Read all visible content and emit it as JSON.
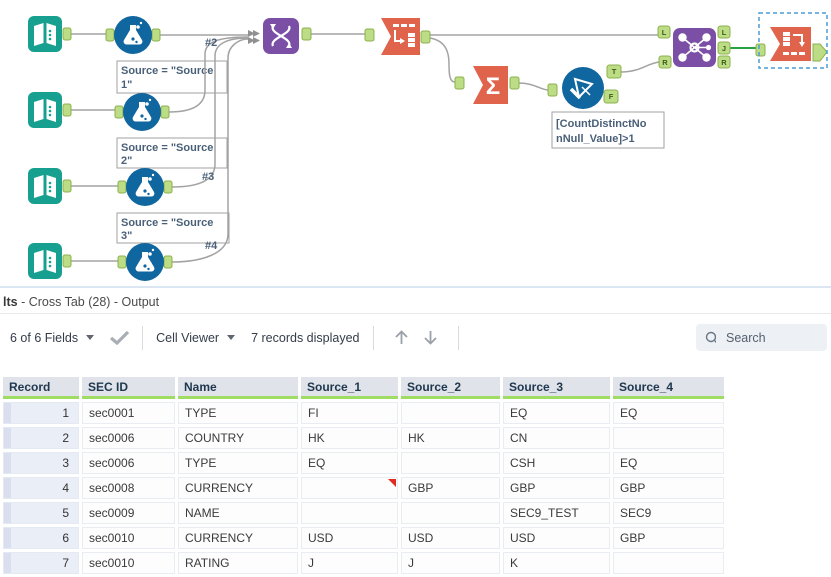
{
  "canvas": {
    "tools": [
      {
        "id": "input-data-1",
        "icon": "book-icon"
      },
      {
        "id": "input-data-2",
        "icon": "book-icon"
      },
      {
        "id": "input-data-3",
        "icon": "book-icon"
      },
      {
        "id": "input-data-4",
        "icon": "book-icon"
      },
      {
        "id": "formula-1",
        "icon": "flask-icon"
      },
      {
        "id": "formula-2",
        "icon": "flask-icon"
      },
      {
        "id": "formula-3",
        "icon": "flask-icon"
      },
      {
        "id": "formula-4",
        "icon": "flask-icon"
      },
      {
        "id": "union",
        "icon": "dna-helix-icon"
      },
      {
        "id": "transpose",
        "icon": "transpose-icon"
      },
      {
        "id": "summarize",
        "icon": "sigma-icon"
      },
      {
        "id": "filter",
        "icon": "funnel-icon"
      },
      {
        "id": "join",
        "icon": "network-icon"
      },
      {
        "id": "cross-tab",
        "icon": "crosstab-icon",
        "selected": true
      }
    ],
    "annotations": [
      {
        "line1": "Source = \"Source",
        "line2": "1\""
      },
      {
        "line1": "Source = \"Source",
        "line2": "2\""
      },
      {
        "line1": "Source = \"Source",
        "line2": "3\""
      },
      {
        "line1": "[CountDistinctNo",
        "line2": "nNull_Value]>1"
      }
    ],
    "connection_labels": {
      "c2": "#2",
      "c3": "#3",
      "c4": "#4"
    },
    "anchors": {
      "filter_true": "T",
      "filter_false": "F",
      "join_in_left": "L",
      "join_in_right": "R",
      "join_out_left": "L",
      "join_out_join": "J",
      "join_out_right": "R"
    },
    "icons": {
      "summarize_glyph": "Σ"
    },
    "colors": {
      "input_teal": "#17a090",
      "formula_blue": "#10669f",
      "union_purple": "#7b4fa5",
      "orange": "#e0644c",
      "anchor_green": "#bcdc85",
      "wire_gray": "#a3a3a3",
      "connection_green": "#27a343",
      "selection_blue": "#4a9bd6",
      "flag_red": "#e02b20",
      "header_green_bar": "#9edc63"
    }
  },
  "results_panel": {
    "title_prefix": "lts",
    "title_rest": " - Cross Tab (28) - Output",
    "toolbar": {
      "fields_dropdown": "6 of 6 Fields",
      "cell_viewer": "Cell Viewer",
      "records_displayed": "7 records displayed",
      "search_placeholder": "Search"
    },
    "table": {
      "columns": [
        "Record",
        "SEC ID",
        "Name",
        "Source_1",
        "Source_2",
        "Source_3",
        "Source_4"
      ],
      "rows": [
        [
          "1",
          "sec0001",
          "TYPE",
          "FI",
          "",
          "EQ",
          "EQ"
        ],
        [
          "2",
          "sec0006",
          "COUNTRY",
          "HK",
          "HK",
          "CN",
          ""
        ],
        [
          "3",
          "sec0006",
          "TYPE",
          "EQ",
          "",
          "CSH",
          "EQ"
        ],
        [
          "4",
          "sec0008",
          "CURRENCY",
          "",
          "GBP",
          "GBP",
          "GBP"
        ],
        [
          "5",
          "sec0009",
          "NAME",
          "",
          "",
          "SEC9_TEST",
          "SEC9"
        ],
        [
          "6",
          "sec0010",
          "CURRENCY",
          "USD",
          "USD",
          "USD",
          "GBP"
        ],
        [
          "7",
          "sec0010",
          "RATING",
          "J",
          "J",
          "K",
          ""
        ]
      ],
      "flagged_cell": {
        "row": 4,
        "column": "Source_1"
      }
    }
  }
}
